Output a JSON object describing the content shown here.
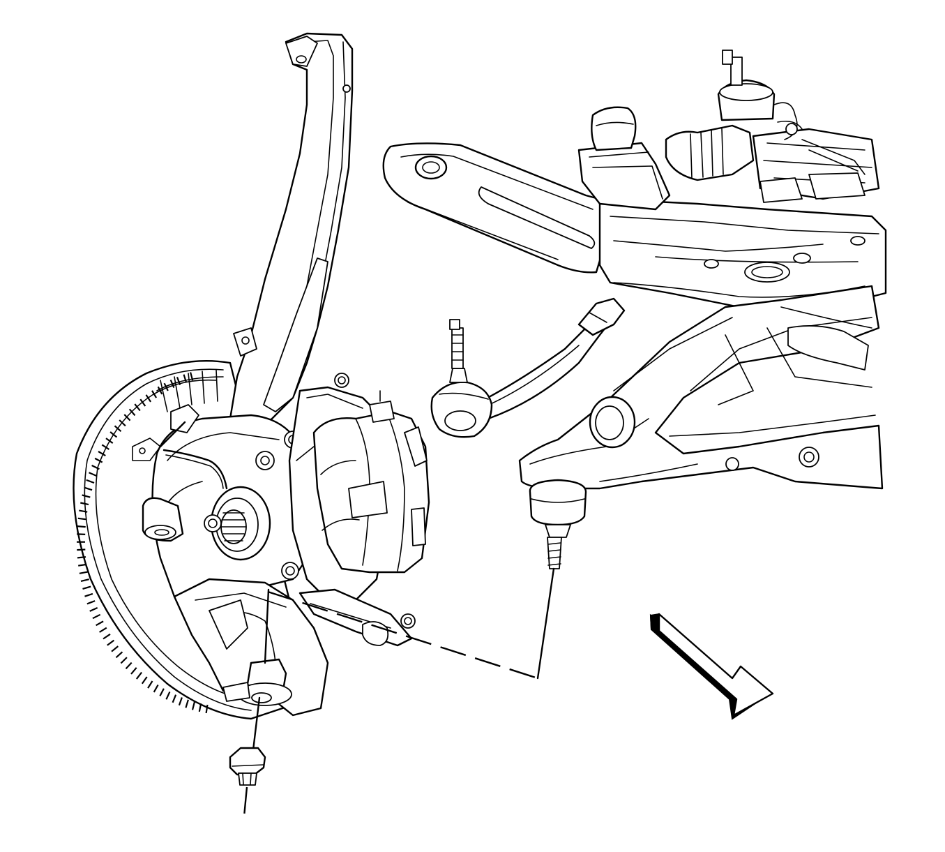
{
  "diagram": {
    "components": [
      "steering-knuckle",
      "wheel-hub-tone-ring",
      "brake-caliper",
      "outer-tie-rod-end",
      "lower-control-arm",
      "lower-ball-joint",
      "front-suspension-crossmember",
      "ball-joint-nut"
    ],
    "arrow_icon": "front-direction-arrow-icon",
    "colors": {
      "line": "#000000",
      "background": "#ffffff"
    }
  }
}
